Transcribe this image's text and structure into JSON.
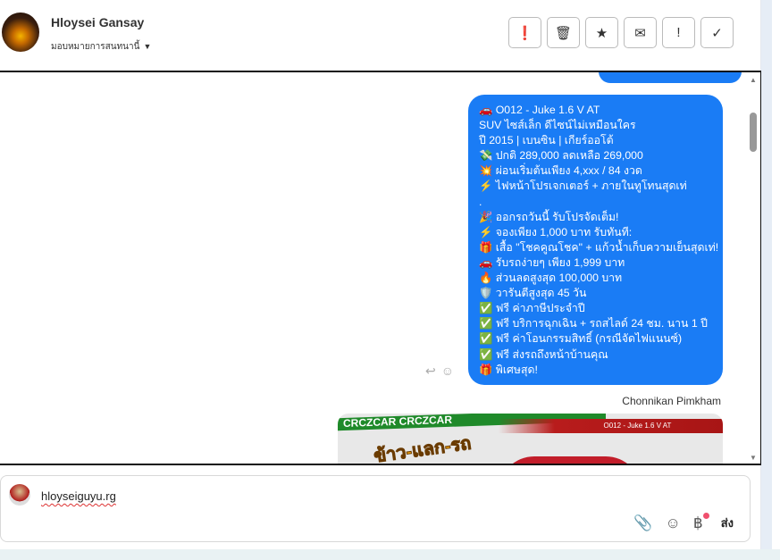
{
  "header": {
    "name": "Hloysei Gansay",
    "assign_label": "มอบหมายการสนทนานี้",
    "buttons": [
      {
        "name": "spam",
        "glyph": "❗"
      },
      {
        "name": "delete",
        "glyph": "🗑"
      },
      {
        "name": "star",
        "glyph": "★"
      },
      {
        "name": "mark-unread",
        "glyph": "✉"
      },
      {
        "name": "important",
        "glyph": "!"
      },
      {
        "name": "done",
        "glyph": "✓"
      }
    ]
  },
  "message": {
    "lines": [
      "🚗 O012 - Juke 1.6 V AT",
      "SUV ไซส์เล็ก ดีไซน์ไม่เหมือนใคร",
      "ปี 2015 | เบนซิน | เกียร์ออโต้",
      "💸 ปกติ 289,000 ลดเหลือ 269,000",
      "💥 ผ่อนเริ่มต้นเพียง 4,xxx / 84 งวด",
      "⚡ ไฟหน้าโปรเจกเตอร์ + ภายในทูโทนสุดเท่",
      ".",
      "🎉 ออกรถวันนี้ รับโปรจัดเต็ม!",
      "⚡ จองเพียง 1,000 บาท รับทันที:",
      "🎁 เสื้อ \"โชคคูณโชค\" + แก้วน้ำเก็บความเย็นสุดเท่!",
      "🚗 รับรถง่ายๆ เพียง 1,999 บาท",
      "🔥 ส่วนลดสูงสุด 100,000 บาท",
      "🛡️ วารันตีสูงสุด 45 วัน",
      "✅ ฟรี ค่าภาษีประจำปี",
      "✅ ฟรี บริการฉุกเฉิน + รถสไลด์ 24 ชม. นาน 1 ปี",
      "✅ ฟรี ค่าโอนกรรมสิทธิ์ (กรณีจัดไฟแนนซ์)",
      "✅ ฟรี ส่งรถถึงหน้าบ้านคุณ",
      "🎁 พิเศษสุด!"
    ],
    "reply_icon": "↩",
    "emoji_icon": "☺"
  },
  "sender": "Chonnikan Pimkham",
  "image": {
    "banner_text": "CRCZCAR CRCZCAR",
    "title": "O012 - Juke 1.6 V AT",
    "promo": "ข้าว-แลก-รถ"
  },
  "composer": {
    "value": "hloyseiguyu.rg",
    "send_label": "ส่ง",
    "attach": "📎",
    "emoji": "☺",
    "baht": "฿"
  },
  "colors": {
    "bubble": "#1a7cf5"
  }
}
